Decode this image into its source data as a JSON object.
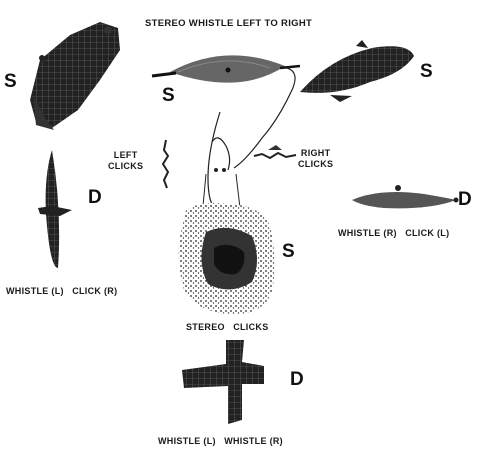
{
  "title": "STEREO WHISTLE LEFT TO RIGHT",
  "panel_letters": {
    "top_left": "S",
    "top_center": "S",
    "top_right": "S",
    "left": "D",
    "center": "S",
    "right": "D",
    "bottom": "D"
  },
  "labels": {
    "left_clicks_line1": "LEFT",
    "left_clicks_line2": "CLICKS",
    "right_clicks_line1": "RIGHT",
    "right_clicks_line2": "CLICKS",
    "left_panel_caption": "WHISTLE (L)   CLICK (R)",
    "right_panel_caption": "WHISTLE (R)   CLICK (L)",
    "center_caption": "STEREO   CLICKS",
    "bottom_caption": "WHISTLE (L)   WHISTLE (R)"
  },
  "colors": {
    "ink": "#1a1a1a",
    "paper": "#ffffff"
  }
}
